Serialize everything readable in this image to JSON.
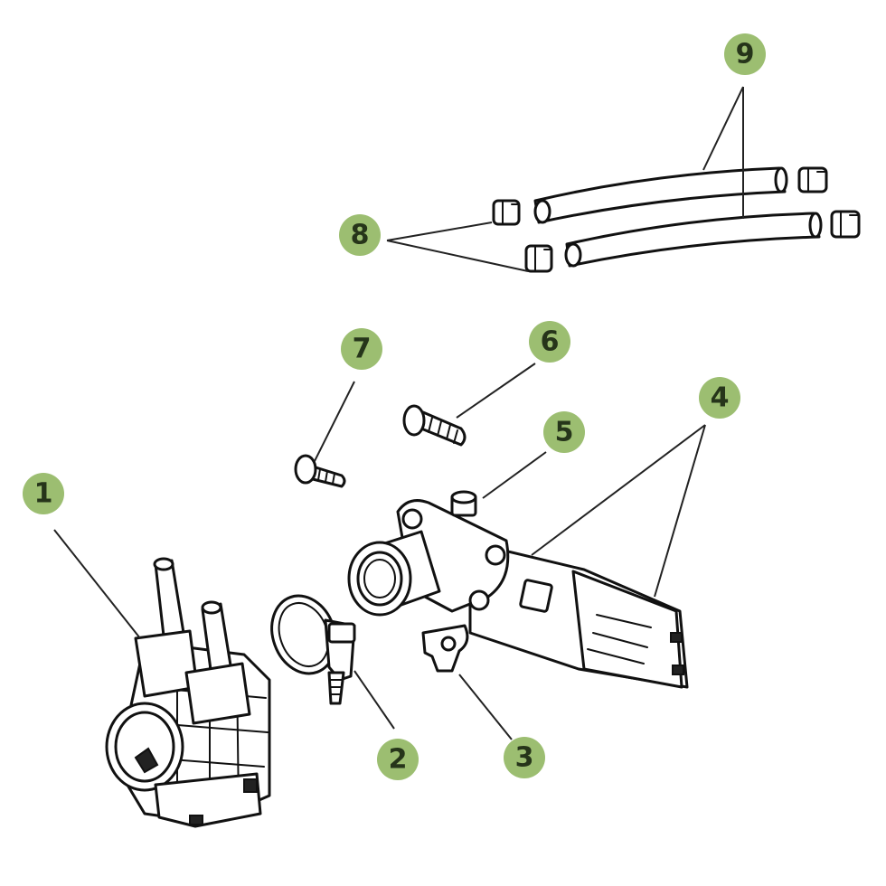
{
  "diagram": {
    "background_color": "#ffffff",
    "badge_color": "#9cbe71",
    "badge_text_color": "#26351a",
    "callouts": [
      {
        "id": "1",
        "label": "1"
      },
      {
        "id": "2",
        "label": "2"
      },
      {
        "id": "3",
        "label": "3"
      },
      {
        "id": "4",
        "label": "4"
      },
      {
        "id": "5",
        "label": "5"
      },
      {
        "id": "6",
        "label": "6"
      },
      {
        "id": "7",
        "label": "7"
      },
      {
        "id": "8",
        "label": "8"
      },
      {
        "id": "9",
        "label": "9"
      }
    ]
  }
}
